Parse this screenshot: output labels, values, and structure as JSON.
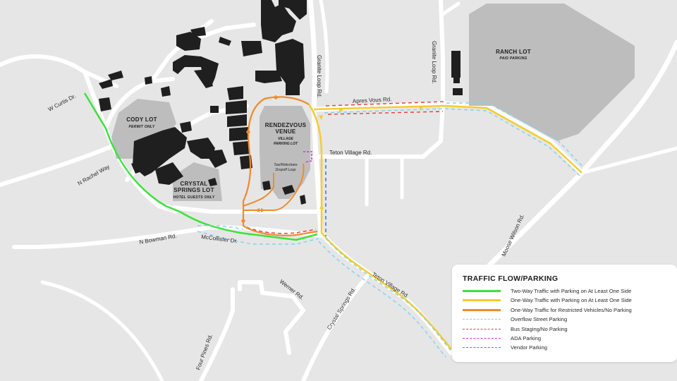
{
  "streets": {
    "w_curtis": "W Curtis Dr.",
    "n_rachel": "N Rachel Way",
    "n_bowman": "N Bowman Rd.",
    "mccollister": "McCollister Dr.",
    "granite_loop_left": "Granite Loop Rd.",
    "granite_loop_right": "Granite Loop Rd.",
    "apres_vous": "Apres Vous Rd.",
    "teton_village_rd": "Teton Village Rd.",
    "teton_village_rd_south": "Teton Village Rd.",
    "moose_wilson": "Moose Wilson Rd.",
    "werner": "Werner Rd.",
    "crystal_springs_rd": "Crystal Springs Rd.",
    "four_pines": "Four Pines Rd."
  },
  "lots": {
    "cody": {
      "name": "CODY LOT",
      "note": "PERMIT ONLY"
    },
    "crystal": {
      "name_line1": "CRYSTAL",
      "name_line2": "SPRINGS LOT",
      "note": "HOTEL GUESTS ONLY"
    },
    "ranch": {
      "name": "RANCH LOT",
      "note": "PAID PARKING"
    }
  },
  "venue": {
    "name_line1": "RENDEZVOUS",
    "name_line2": "VENUE",
    "sub_line1": "VILLAGE",
    "sub_line2": "PARKING LOT",
    "taxi_line1": "Taxi/Rideshare",
    "taxi_line2": "Dropoff Loop"
  },
  "legend": {
    "title": "TRAFFIC FLOW/PARKING",
    "items": [
      {
        "label": "Two-Way Traffic with Parking on At Least One Side",
        "color": "#39e43a",
        "style": "solid"
      },
      {
        "label": "One-Way Traffic with Parking on At Least One Side",
        "color": "#f5cc2d",
        "style": "solid"
      },
      {
        "label": "One-Way Traffic for Restricted Vehicles/No Parking",
        "color": "#f28a2a",
        "style": "solid"
      },
      {
        "label": "Overflow Street Parking",
        "color": "#7fd3ee",
        "style": "dashed"
      },
      {
        "label": "Bus Staging/No Parking",
        "color": "#ea3a36",
        "style": "dashed"
      },
      {
        "label": "ADA Parking",
        "color": "#e22fd6",
        "style": "dashed"
      },
      {
        "label": "Vendor Parking",
        "color": "#3d7ee0",
        "style": "dashed"
      }
    ]
  }
}
